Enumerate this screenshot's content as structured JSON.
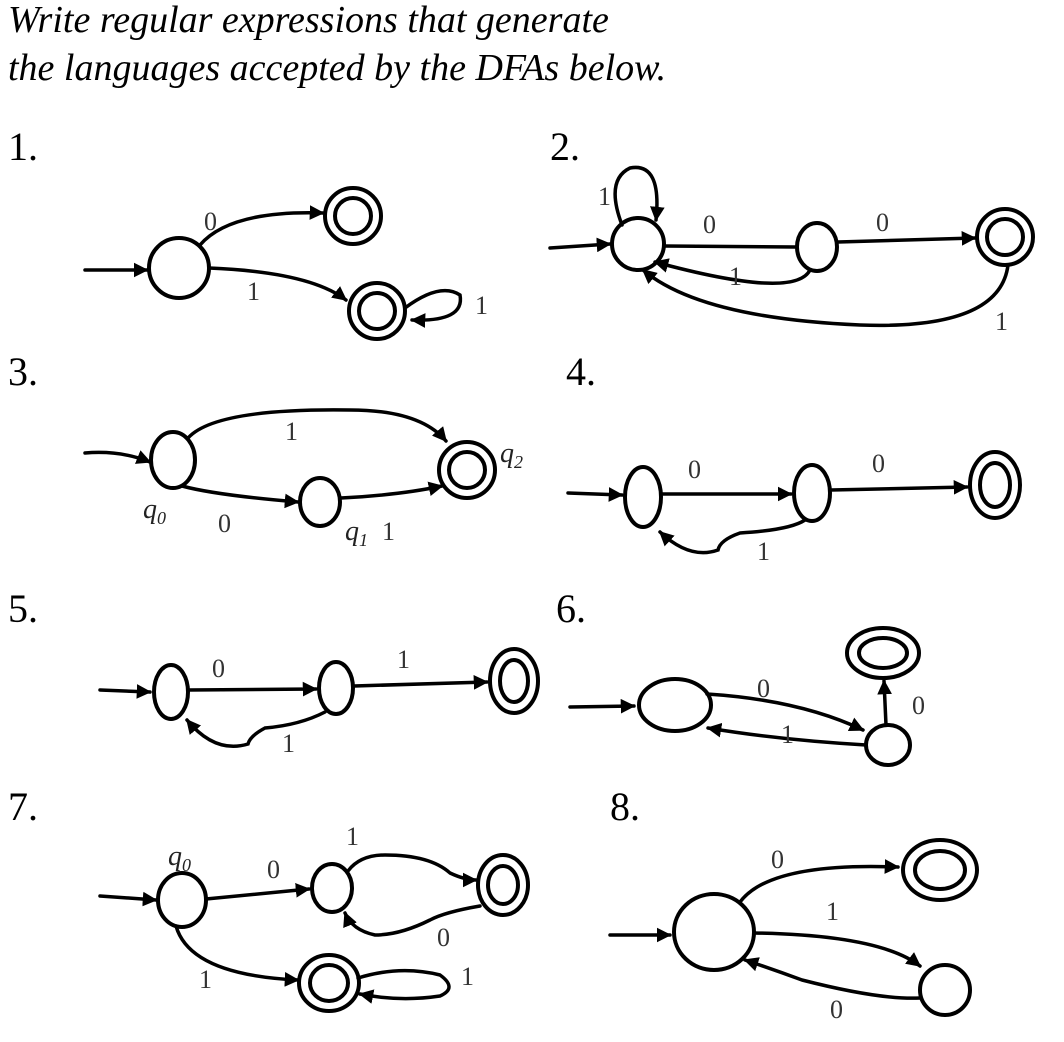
{
  "title": {
    "line1": "Write regular expressions that generate",
    "line2": "the languages accepted by the DFAs below."
  },
  "diagrams": [
    {
      "number": "1.",
      "labels": [
        "0",
        "1",
        "1"
      ]
    },
    {
      "number": "2.",
      "labels": [
        "1",
        "0",
        "0",
        "1",
        "1"
      ]
    },
    {
      "number": "3.",
      "labels": [
        "1",
        "0",
        "1"
      ],
      "states": [
        "q",
        "q",
        "q"
      ],
      "subscripts": [
        "0",
        "1",
        "2"
      ]
    },
    {
      "number": "4.",
      "labels": [
        "0",
        "0",
        "1"
      ]
    },
    {
      "number": "5.",
      "labels": [
        "0",
        "1",
        "1"
      ]
    },
    {
      "number": "6.",
      "labels": [
        "0",
        "1",
        "0"
      ]
    },
    {
      "number": "7.",
      "labels": [
        "1",
        "0",
        "0",
        "1",
        "1"
      ],
      "states": [
        "q"
      ],
      "subscripts": [
        "0"
      ]
    },
    {
      "number": "8.",
      "labels": [
        "0",
        "1",
        "0"
      ]
    }
  ]
}
